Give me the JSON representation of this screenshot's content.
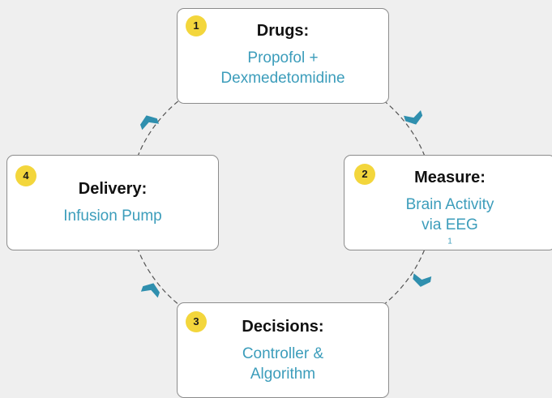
{
  "steps": [
    {
      "number": "1",
      "title": "Drugs:",
      "lines": [
        "Propofol +",
        "Dexmedetomidine"
      ]
    },
    {
      "number": "2",
      "title": "Measure:",
      "lines": [
        "Brain Activity",
        "via EEG"
      ],
      "footnote": "1"
    },
    {
      "number": "3",
      "title": "Decisions:",
      "lines": [
        "Controller &",
        "Algorithm"
      ]
    },
    {
      "number": "4",
      "title": "Delivery:",
      "lines": [
        "Infusion Pump"
      ]
    }
  ],
  "colors": {
    "accent": "#3c9dbb",
    "badge": "#f3d63c",
    "arrow": "#2f8fae",
    "border": "#8c8c8c",
    "background": "#efefef"
  },
  "icons": {
    "flow_arrow": "chevron-arrow-icon"
  }
}
